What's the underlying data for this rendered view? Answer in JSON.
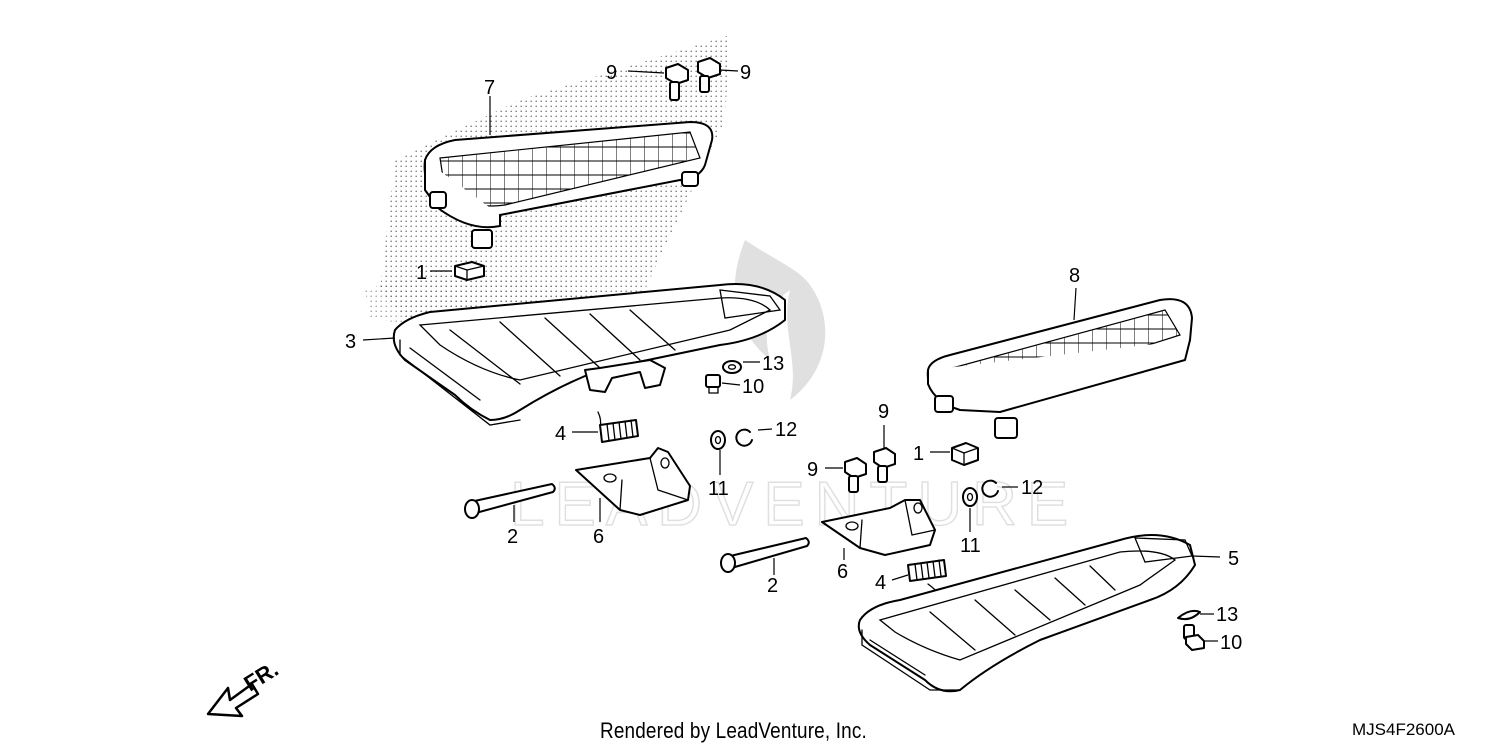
{
  "diagram": {
    "callouts": {
      "c1a": "1",
      "c1b": "1",
      "c2a": "2",
      "c2b": "2",
      "c3": "3",
      "c4a": "4",
      "c4b": "4",
      "c5": "5",
      "c6a": "6",
      "c6b": "6",
      "c7": "7",
      "c8": "8",
      "c9a": "9",
      "c9b": "9",
      "c9c": "9",
      "c9d": "9",
      "c10a": "10",
      "c10b": "10",
      "c11a": "11",
      "c11b": "11",
      "c12a": "12",
      "c12b": "12",
      "c13a": "13",
      "c13b": "13"
    },
    "direction_label": "FR.",
    "watermark": "LEADVENTURE"
  },
  "footer": {
    "credit": "Rendered by LeadVenture, Inc.",
    "code": "MJS4F2600A"
  }
}
